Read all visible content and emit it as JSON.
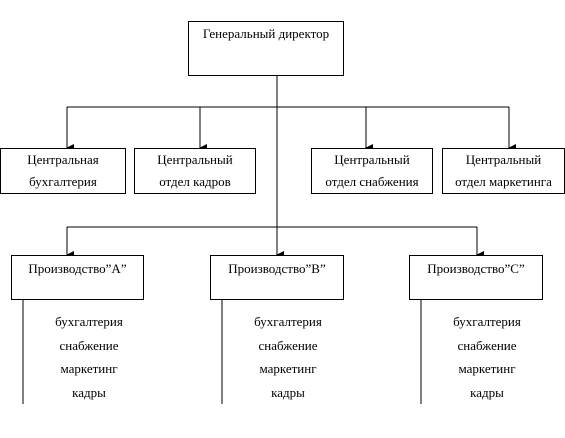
{
  "diagram": {
    "director": {
      "label": "Генеральный директор"
    },
    "central": [
      {
        "line1": "Центральная",
        "line2": "бухгалтерия"
      },
      {
        "line1": "Центральный",
        "line2": "отдел кадров"
      },
      {
        "line1": "Центральный",
        "line2": "отдел снабжения"
      },
      {
        "line1": "Центральный",
        "line2": "отдел маркетинга"
      }
    ],
    "productions": [
      {
        "label": "Производство”А”",
        "functions": [
          "бухгалтерия",
          "снабжение",
          "маркетинг",
          "кадры"
        ]
      },
      {
        "label": "Производство”В”",
        "functions": [
          "бухгалтерия",
          "снабжение",
          "маркетинг",
          "кадры"
        ]
      },
      {
        "label": "Производство”С”",
        "functions": [
          "бухгалтерия",
          "снабжение",
          "маркетинг",
          "кадры"
        ]
      }
    ]
  },
  "colors": {
    "line": "#000000",
    "background": "#ffffff"
  }
}
